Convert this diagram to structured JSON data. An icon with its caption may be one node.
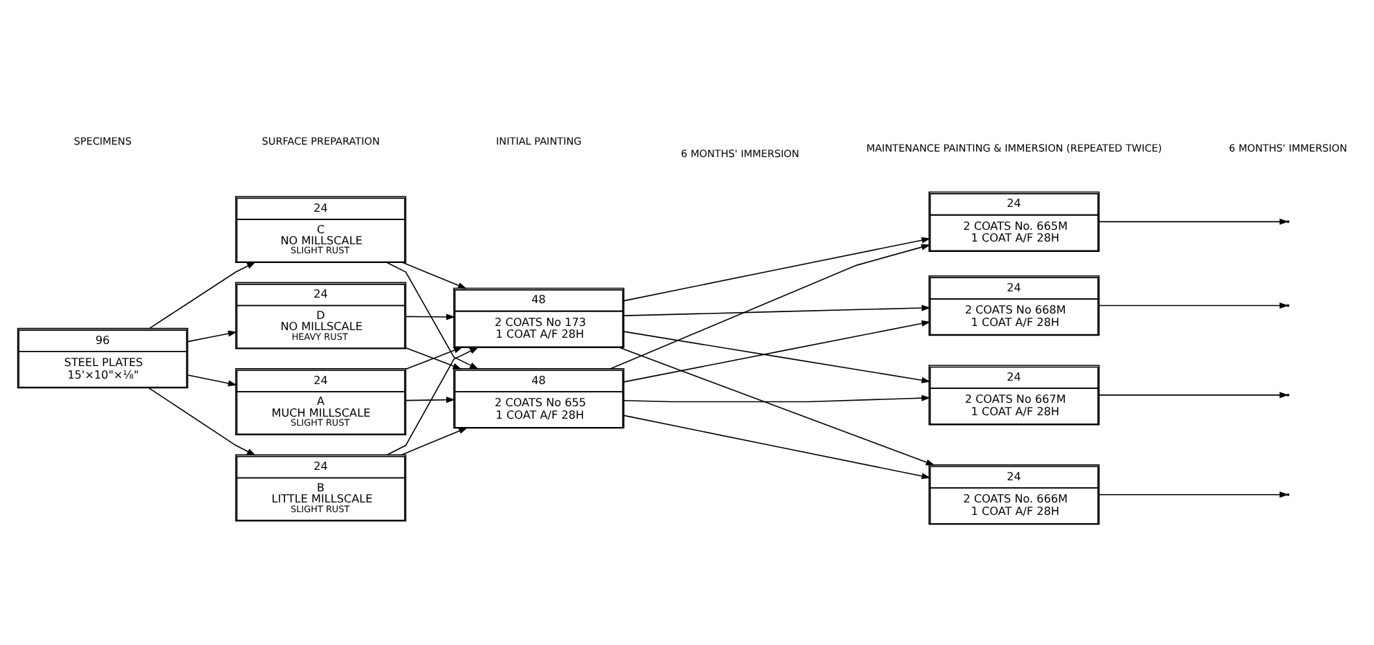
{
  "diagram": {
    "nodes": [
      {
        "text": [
          "96",
          "STEEL PLATES",
          "15'×10\"×⅛\""
        ]
      },
      {
        "text": [
          "24",
          "A",
          "MUCH MILLSCALE",
          "SLIGHT RUST"
        ]
      },
      {
        "text": [
          "24",
          "B",
          "LITTLE MILLSCALE",
          "SLIGHT RUST"
        ]
      },
      {
        "text": [
          "24",
          "C",
          "NO MILLSCALE",
          "SLIGHT RUST"
        ]
      },
      {
        "text": [
          "24",
          "D",
          "NO MILLSCALE",
          "HEAVY RUST"
        ]
      },
      {
        "text": [
          "48",
          "2 COATS No 173",
          "1 COAT A/F 28H"
        ]
      },
      {
        "text": [
          "48",
          "2 COATS No 655",
          "1 COAT A/F 28H"
        ]
      },
      {
        "text": [
          "24",
          "2 COATS No. 665M",
          "1 COAT A/F 28H"
        ]
      },
      {
        "text": [
          "24",
          "2 COATS No. 666M",
          "1 COAT A/F 28H"
        ]
      },
      {
        "text": [
          "24",
          "2 COATS No 667M",
          "1 COAT A/F 28H"
        ]
      },
      {
        "text": [
          "24",
          "2 COATS No 668M",
          "1 COAT A/F 28H"
        ]
      }
    ],
    "edges": [
      {
        "from": 0,
        "to": 1,
        "arrow": "to"
      },
      {
        "from": 0,
        "to": 2,
        "arrow": "to"
      },
      {
        "from": 0,
        "to": 3,
        "arrow": "to"
      },
      {
        "from": 0,
        "to": 4,
        "arrow": "to"
      },
      {
        "from": 1,
        "to": 5,
        "arrow": "to"
      },
      {
        "from": 2,
        "to": 5,
        "arrow": "to"
      },
      {
        "from": 3,
        "to": 5,
        "arrow": "to"
      },
      {
        "from": 4,
        "to": 5,
        "arrow": "to"
      },
      {
        "from": 1,
        "to": 6,
        "arrow": "to"
      },
      {
        "from": 2,
        "to": 6,
        "arrow": "to"
      },
      {
        "from": 3,
        "to": 6,
        "arrow": "to"
      },
      {
        "from": 4,
        "to": 6,
        "arrow": "to"
      },
      {
        "from": 5,
        "to": 7,
        "arrow": "to"
      },
      {
        "from": 5,
        "to": 8,
        "arrow": "to"
      },
      {
        "from": 5,
        "to": 9,
        "arrow": "to"
      },
      {
        "from": 5,
        "to": 10,
        "arrow": "to"
      },
      {
        "from": 6,
        "to": 7,
        "arrow": "to"
      },
      {
        "from": 6,
        "to": 8,
        "arrow": "to"
      },
      {
        "from": 6,
        "to": 9,
        "arrow": "to"
      },
      {
        "from": 6,
        "to": 10,
        "arrow": "to"
      },
      {
        "from": 7,
        "to": null,
        "arrow": "to"
      },
      {
        "from": 8,
        "to": null,
        "arrow": "to"
      },
      {
        "from": 9,
        "to": null,
        "arrow": "to"
      },
      {
        "from": 10,
        "to": null,
        "arrow": "to"
      }
    ],
    "labels": [
      "SPECIMENS",
      "SURFACE PREPARATION",
      "INITIAL PAINTING",
      "MAINTENANCE PAINTING & IMMERSION (REPEATED TWICE)",
      "6 MONTHS' IMMERSION",
      "6 MONTHS' IMMERSION"
    ]
  }
}
